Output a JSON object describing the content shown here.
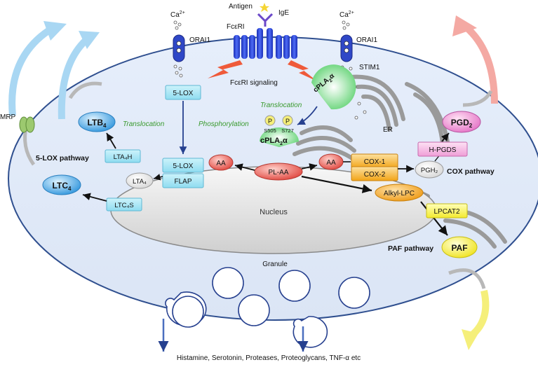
{
  "top": {
    "antigen": "Antigen",
    "ige": "IgE",
    "fceri": "FcεRI",
    "ca_left": "Ca",
    "ca_right": "Ca",
    "ca_sup": "2+",
    "orai_left": "ORAI1",
    "orai_right": "ORAI1"
  },
  "signaling": {
    "fceri_signaling": "FcεRI signaling",
    "translocation_left": "Translocation",
    "phosphorylation": "Phosphorylation",
    "translocation_right": "Translocation"
  },
  "cpla2": {
    "label": "cPLA",
    "sub": "2",
    "alpha": "α",
    "p": "P",
    "s505": "S505",
    "s727": "S727"
  },
  "lox": {
    "five_lox_top": "5-LOX",
    "five_lox_mid": "5-LOX",
    "flap": "FLAP",
    "aa_left": "AA",
    "lta4h": "LTA₄H",
    "lta4": "LTA₄",
    "ltc4s": "LTC₄S",
    "ltb4": "LTB",
    "ltb4_sub": "4",
    "ltc4": "LTC",
    "ltc4_sub": "4",
    "pathway": "5-LOX pathway",
    "mrp": "MRP"
  },
  "center": {
    "pl_aa": "PL-AA",
    "aa_right": "AA",
    "nucleus": "Nucleus",
    "er": "ER",
    "stim1": "STIM1"
  },
  "cox": {
    "cox1": "COX-1",
    "cox2": "COX-2",
    "pgh2": "PGH₂",
    "hpgds": "H-PGDS",
    "pgd2": "PGD",
    "pgd2_sub": "2",
    "pathway": "COX pathway"
  },
  "paf": {
    "alkyl_lpc": "Alkyl-LPC",
    "lpcat2": "LPCAT2",
    "paf": "PAF",
    "pathway": "PAF pathway"
  },
  "granule": {
    "label": "Granule",
    "products": "Histamine, Serotonin, Proteases, Proteoglycans, TNF-α etc"
  },
  "colors": {
    "cell_fill": "#dfe8f7",
    "cell_stroke": "#2f4f8f",
    "aa_red": "#e65b5b",
    "lox_box": "#a9e6f5",
    "cox_orange": "#f4a81c",
    "paf_yellow": "#f5ef33",
    "pgds_pink": "#f3a6d8",
    "ltb_blue": "#4aa7e3"
  }
}
